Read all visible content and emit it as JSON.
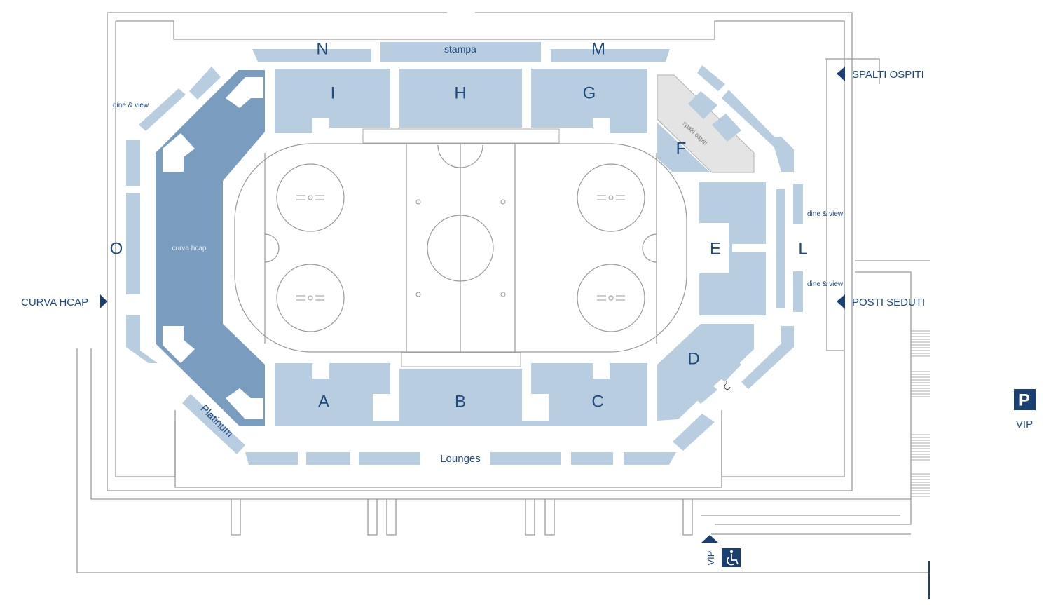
{
  "sections": {
    "N": "N",
    "stampa": "stampa",
    "M": "M",
    "I": "I",
    "H": "H",
    "G": "G",
    "F": "F",
    "E": "E",
    "D": "D",
    "A": "A",
    "B": "B",
    "C": "C",
    "L": "L",
    "O": "O",
    "curva_hcap": "curva hcap",
    "spalti_ospiti_small": "spalti ospiti",
    "platinum": "Platinum",
    "lounges": "Lounges",
    "dine_view_left": "dine & view",
    "dine_view_right_top": "dine & view",
    "dine_view_right_bottom": "dine & view"
  },
  "entrances": {
    "curva_hcap": "CURVA HCAP",
    "spalti_ospiti": "SPALTI OSPITI",
    "posti_seduti": "POSTI SEDUTI",
    "vip_bottom": "VIP",
    "parking_vip": "VIP",
    "parking_symbol": "P"
  },
  "colors": {
    "section": "#b9cde0",
    "curva": "#7a9dbf",
    "guest_area": "#e4e4e4",
    "text": "#1f4a80",
    "arrow": "#1b3f72"
  }
}
